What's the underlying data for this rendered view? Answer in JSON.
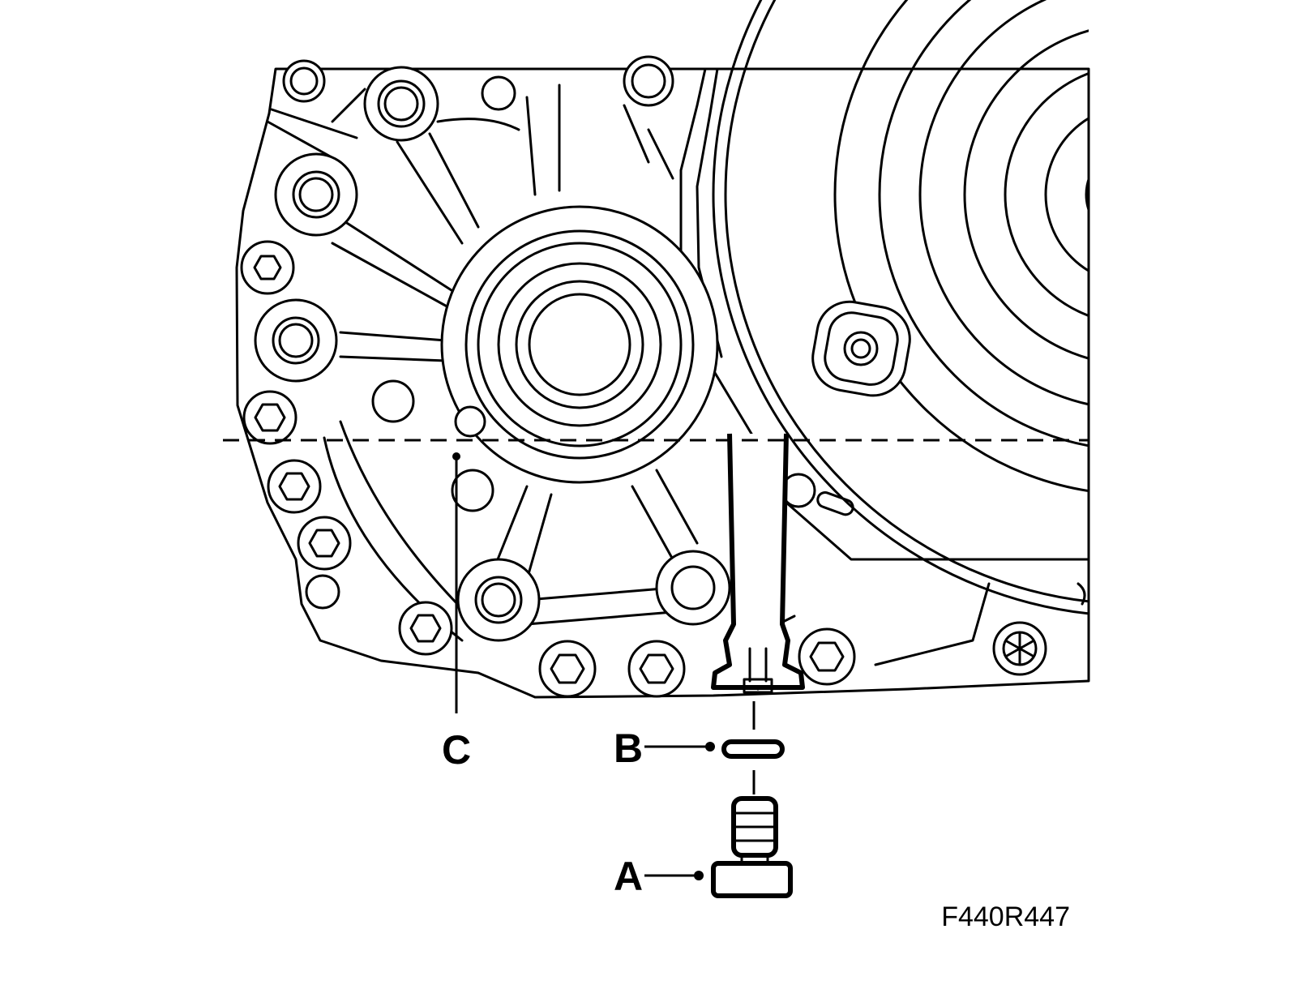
{
  "callouts": {
    "a": "A",
    "b": "B",
    "c": "C"
  },
  "figure_id": "F440R447",
  "colors": {
    "line": "#000000",
    "background": "#ffffff"
  }
}
